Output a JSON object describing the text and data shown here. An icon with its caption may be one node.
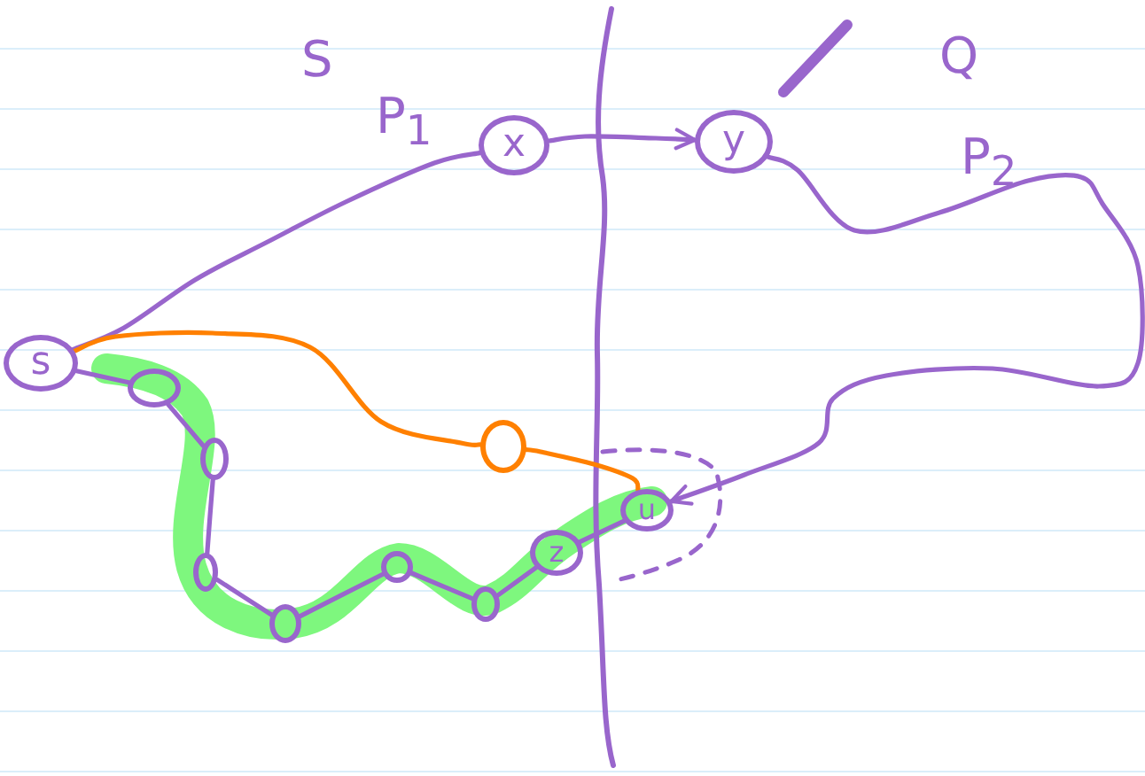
{
  "diagram": {
    "nodes": [
      {
        "text": [
          "x"
        ]
      },
      {
        "text": [
          "y"
        ]
      },
      {
        "text": [
          "s"
        ]
      },
      {
        "text": [],
        "shape": "circle"
      },
      {
        "text": [],
        "shape": "circle"
      },
      {
        "text": [],
        "shape": "circle"
      },
      {
        "text": [
          "u"
        ]
      },
      {
        "text": [
          "z"
        ]
      },
      {
        "text": [],
        "shape": "circle"
      },
      {
        "text": [],
        "shape": "circle"
      },
      {
        "text": [],
        "shape": "circle"
      },
      {
        "text": [],
        "shape": "circle"
      }
    ],
    "edges": [
      {
        "from": 2,
        "to": 0,
        "arrow": "none"
      },
      {
        "from": 0,
        "to": 1,
        "arrow": "to"
      },
      {
        "from": 1,
        "to": 6,
        "arrow": "to"
      },
      {
        "from": 2,
        "to": 4,
        "arrow": "none",
        "color": "#ff8000"
      },
      {
        "from": 4,
        "to": 6,
        "arrow": "none",
        "color": "#ff8000"
      },
      {
        "from": 2,
        "to": 3,
        "arrow": "none"
      },
      {
        "from": 3,
        "to": 5,
        "arrow": "none"
      },
      {
        "from": 5,
        "to": 8,
        "arrow": "none"
      },
      {
        "from": 8,
        "to": 11,
        "arrow": "none"
      },
      {
        "from": 11,
        "to": 9,
        "arrow": "none"
      },
      {
        "from": 9,
        "to": 10,
        "arrow": "none"
      },
      {
        "from": 10,
        "to": 7,
        "arrow": "none"
      },
      {
        "from": 7,
        "to": 6,
        "arrow": "none"
      }
    ],
    "labels": [
      "S",
      "Q",
      "P$_{1}$",
      "P$_{2}$"
    ]
  }
}
